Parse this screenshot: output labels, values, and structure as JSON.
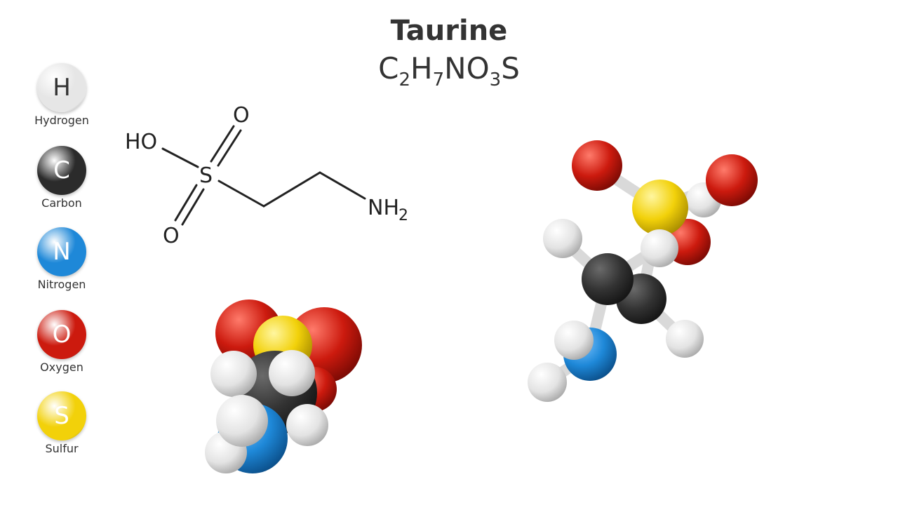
{
  "title": "Taurine",
  "formula": {
    "parts": [
      {
        "text": "C",
        "sub": "2"
      },
      {
        "text": "H",
        "sub": "7"
      },
      {
        "text": "NO",
        "sub": "3"
      },
      {
        "text": "S",
        "sub": ""
      }
    ]
  },
  "legend": [
    {
      "symbol": "H",
      "name": "Hydrogen",
      "color": "#e6e6e6",
      "text_color": "#333333"
    },
    {
      "symbol": "C",
      "name": "Carbon",
      "color": "#2b2b2b",
      "text_color": "#ffffff"
    },
    {
      "symbol": "N",
      "name": "Nitrogen",
      "color": "#1e88d8",
      "text_color": "#ffffff"
    },
    {
      "symbol": "O",
      "name": "Oxygen",
      "color": "#cc1a0e",
      "text_color": "#ffffff"
    },
    {
      "symbol": "S",
      "name": "Sulfur",
      "color": "#f2d10a",
      "text_color": "#ffffff"
    }
  ],
  "structure": {
    "ho_label": "HO",
    "s_label": "S",
    "o_top_label": "O",
    "o_bottom_label": "O",
    "nh_label": "NH",
    "nh_sub": "2"
  }
}
